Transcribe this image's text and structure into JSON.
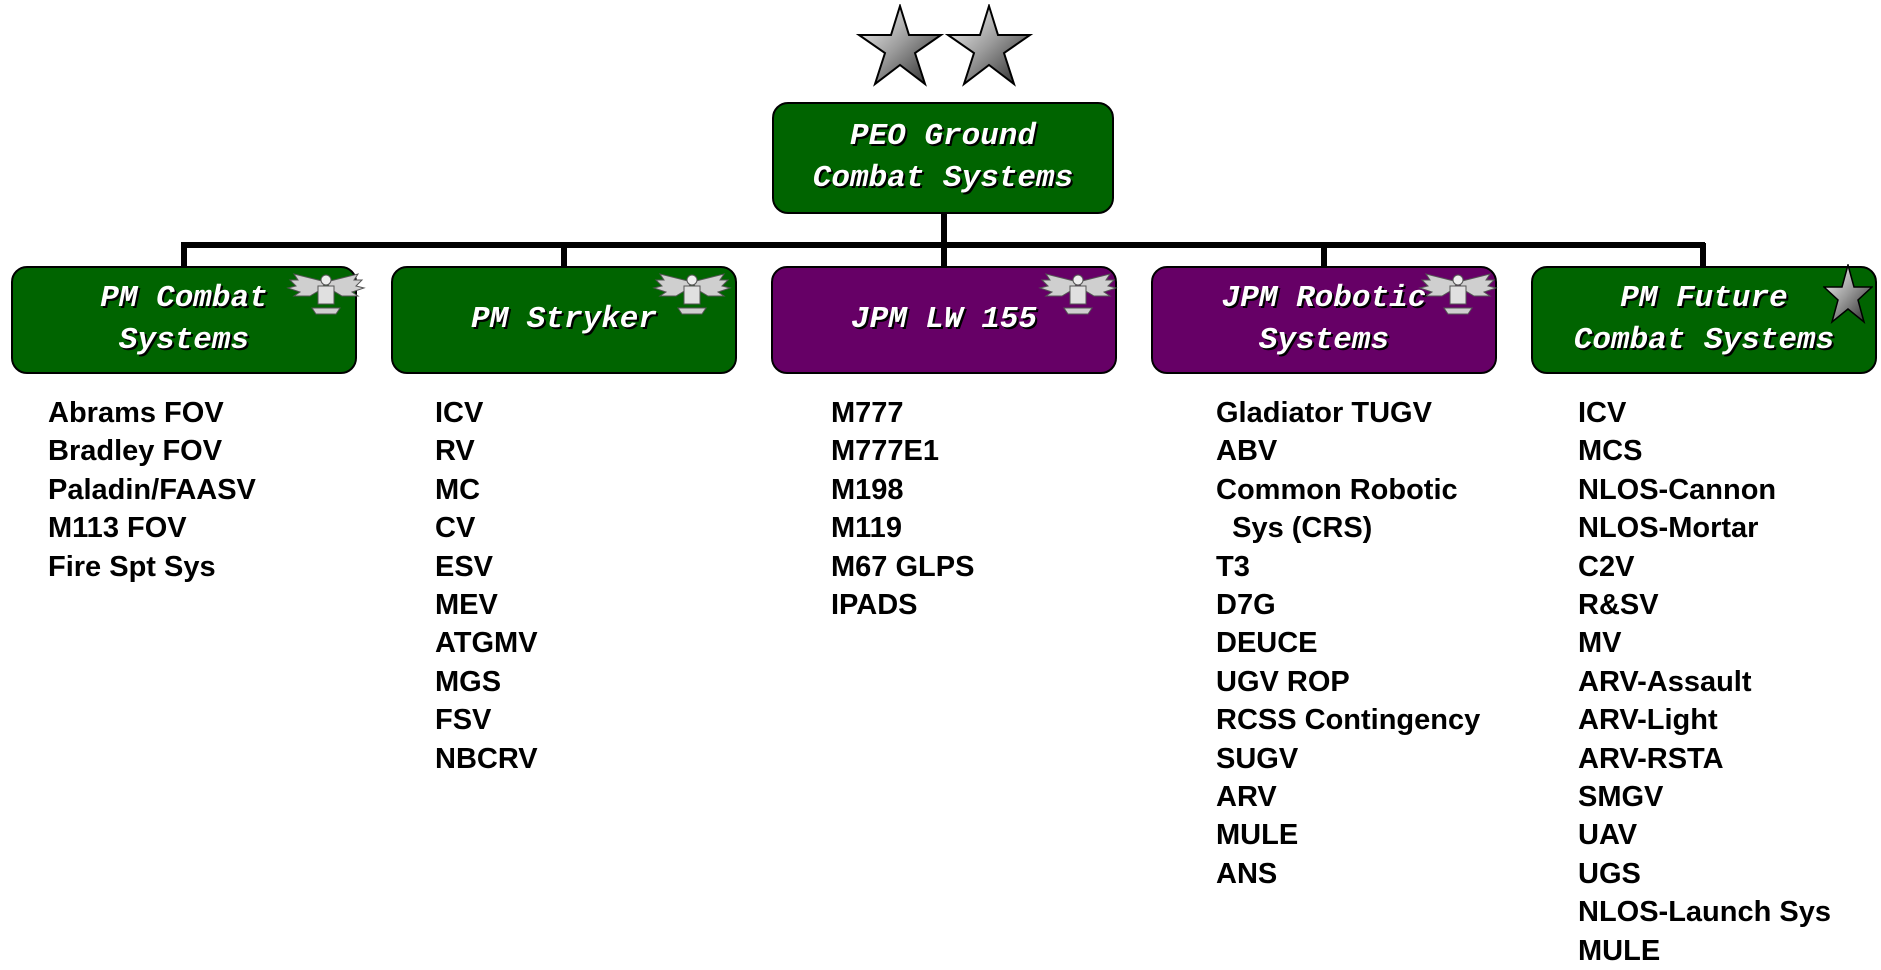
{
  "colors": {
    "green": "#006400",
    "purple": "#660066",
    "line": "#000000"
  },
  "top": {
    "label": "PEO Ground\nCombat Systems",
    "insignia": "two-star-general-icon"
  },
  "units": [
    {
      "label": "PM Combat\nSystems",
      "color": "green",
      "insignia": "colonel-eagle-icon",
      "items": [
        "Abrams FOV",
        "Bradley FOV",
        "Paladin/FAASV",
        "M113 FOV",
        "Fire Spt Sys"
      ]
    },
    {
      "label": "PM Stryker",
      "color": "green",
      "insignia": "colonel-eagle-icon",
      "items": [
        "ICV",
        "RV",
        "MC",
        "CV",
        "ESV",
        "MEV",
        "ATGMV",
        "MGS",
        "FSV",
        "NBCRV"
      ]
    },
    {
      "label": "JPM LW 155",
      "color": "purple",
      "insignia": "colonel-eagle-icon",
      "items": [
        "M777",
        "M777E1",
        "M198",
        "M119",
        "M67 GLPS",
        "IPADS"
      ]
    },
    {
      "label": "JPM Robotic\nSystems",
      "color": "purple",
      "insignia": "colonel-eagle-icon",
      "items": [
        "Gladiator TUGV",
        "ABV",
        "Common Robotic",
        "  Sys (CRS)",
        "T3",
        "D7G",
        "DEUCE",
        "UGV ROP",
        "RCSS Contingency",
        "SUGV",
        "ARV",
        "MULE",
        "ANS"
      ]
    },
    {
      "label": "PM Future\nCombat Systems",
      "color": "green",
      "insignia": "one-star-general-icon",
      "items": [
        "ICV",
        "MCS",
        "NLOS-Cannon",
        "NLOS-Mortar",
        "C2V",
        "R&SV",
        "MV",
        "ARV-Assault",
        "ARV-Light",
        "ARV-RSTA",
        "SMGV",
        "UAV",
        "UGS",
        "NLOS-Launch Sys",
        "MULE"
      ]
    }
  ]
}
